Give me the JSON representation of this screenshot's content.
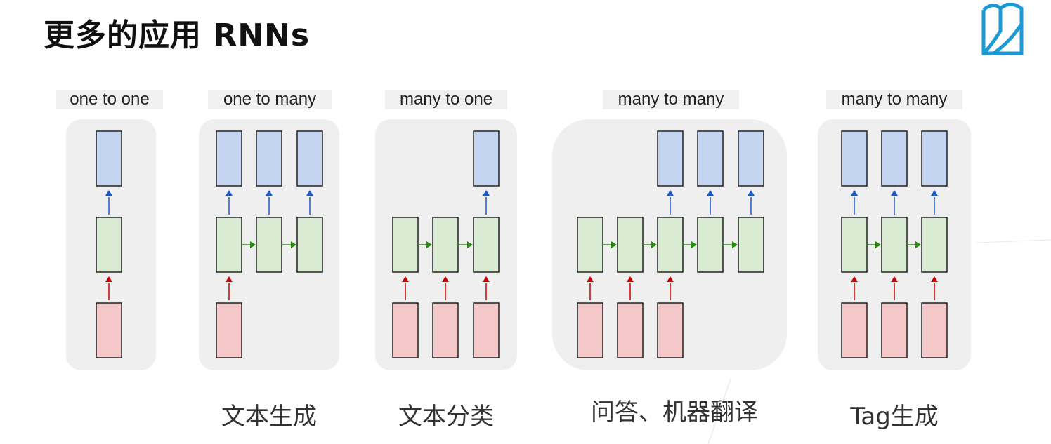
{
  "header": {
    "title": "更多的应用 RNNs"
  },
  "logo": {
    "icon": "book-logo-icon",
    "color": "#1a9ad6"
  },
  "colors": {
    "input_fill": "#f4c7c8",
    "hidden_fill": "#d9ecd3",
    "output_fill": "#c4d5f2",
    "input_arrow": "#cc0000",
    "hidden_arrow": "#2a8a12",
    "output_arrow": "#1a5bc4",
    "panel_bg": "#efefef"
  },
  "panels": [
    {
      "label": "one to one",
      "caption": "",
      "inputs": [
        0
      ],
      "hidden": [
        0
      ],
      "outputs": [
        0
      ],
      "slots": 1
    },
    {
      "label": "one to many",
      "caption": "文本生成",
      "inputs": [
        0
      ],
      "hidden": [
        0,
        1,
        2
      ],
      "outputs": [
        0,
        1,
        2
      ],
      "slots": 3
    },
    {
      "label": "many to one",
      "caption": "文本分类",
      "inputs": [
        0,
        1,
        2
      ],
      "hidden": [
        0,
        1,
        2
      ],
      "outputs": [
        2
      ],
      "slots": 3
    },
    {
      "label": "many to many",
      "caption": "问答、机器翻译",
      "inputs": [
        0,
        1,
        2
      ],
      "hidden": [
        0,
        1,
        2,
        3,
        4
      ],
      "outputs": [
        2,
        3,
        4
      ],
      "slots": 5
    },
    {
      "label": "many to many",
      "caption": "Tag生成",
      "inputs": [
        0,
        1,
        2
      ],
      "hidden": [
        0,
        1,
        2
      ],
      "outputs": [
        0,
        1,
        2
      ],
      "slots": 3
    }
  ]
}
